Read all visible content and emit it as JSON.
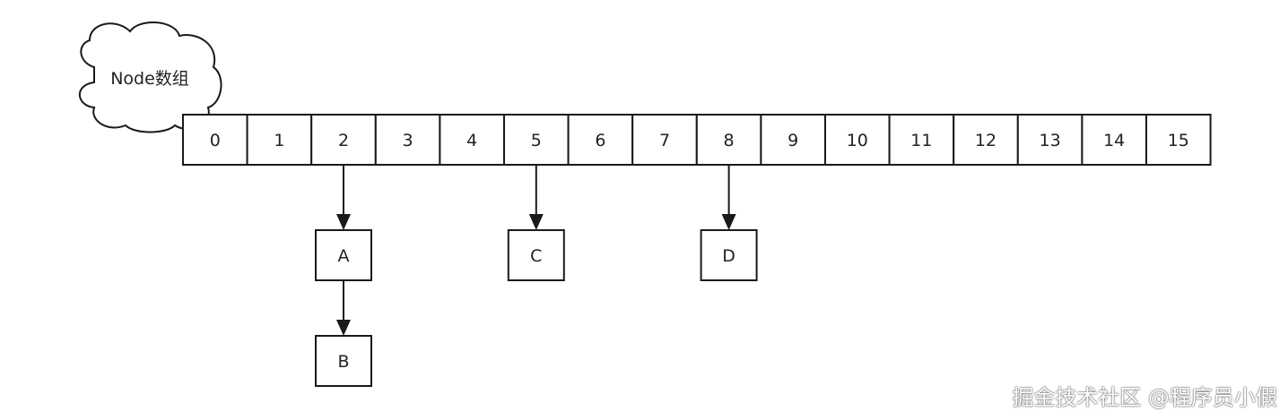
{
  "cloud_label": "Node数组",
  "array_cells": [
    "0",
    "1",
    "2",
    "3",
    "4",
    "5",
    "6",
    "7",
    "8",
    "9",
    "10",
    "11",
    "12",
    "13",
    "14",
    "15"
  ],
  "chains": [
    {
      "index": 2,
      "nodes": [
        "A",
        "B"
      ]
    },
    {
      "index": 5,
      "nodes": [
        "C"
      ]
    },
    {
      "index": 8,
      "nodes": [
        "D"
      ]
    }
  ],
  "watermark": "掘金技术社区 @程序员小假"
}
